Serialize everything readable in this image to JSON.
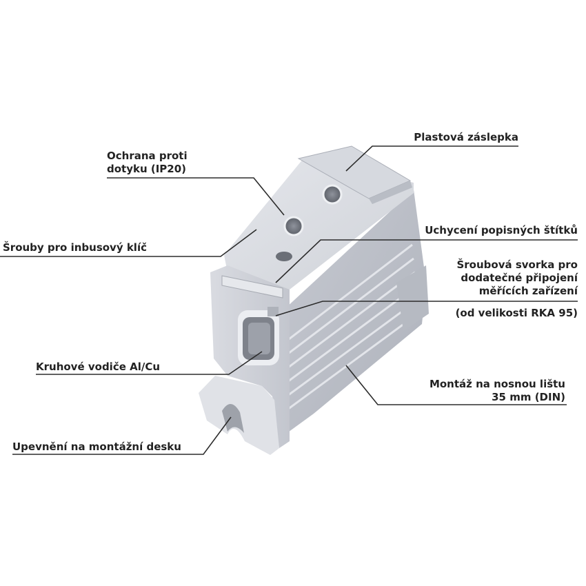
{
  "labels": {
    "ochrana": [
      "Ochrana proti",
      "dotyku (IP20)"
    ],
    "srouby": "Šrouby pro inbusový klíč",
    "kruhove": "Kruhové vodiče Al/Cu",
    "upevneni": "Upevnění na montážní desku",
    "plastova": "Plastová záslepka",
    "uchyceni": "Uchycení popisných štítků",
    "sroubova": [
      "Šroubová svorka pro",
      "dodatečné připojení",
      "měřících zařízení"
    ],
    "od_velikosti": "(od velikosti RKA 95)",
    "montaz": [
      "Montáž na nosnou lištu",
      "35 mm (DIN)"
    ]
  },
  "colors": {
    "body": "#c9ccd3",
    "body_dark": "#a9adb6",
    "body_light": "#e2e4e9",
    "leader": "#2b2b2b",
    "text": "#222222"
  }
}
